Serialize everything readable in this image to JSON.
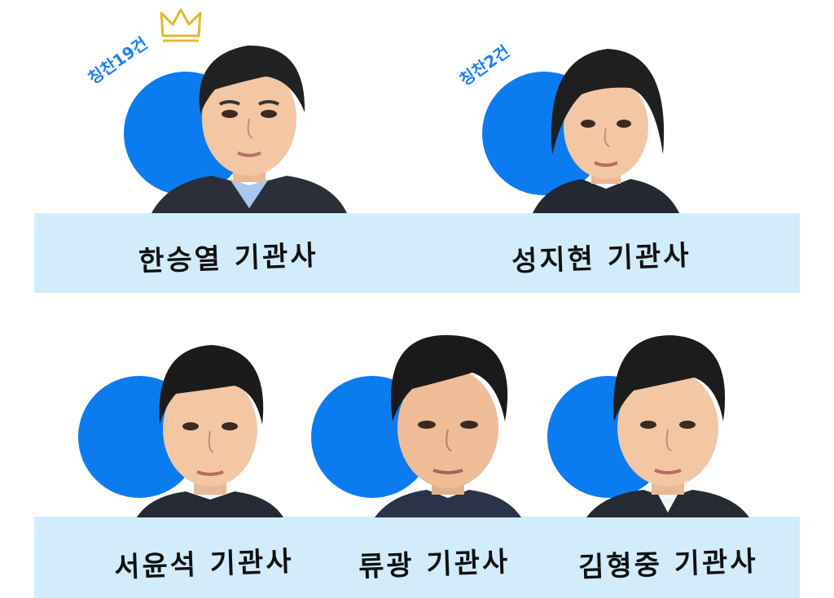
{
  "crown_icon": "crown-icon",
  "colors": {
    "accent_blue": "#0a7cf0",
    "band_blue": "#d2ecfb",
    "praise_text": "#1e7ff0"
  },
  "officers": [
    {
      "name": "한승열 기관사",
      "praise": "칭찬19건"
    },
    {
      "name": "성지현 기관사",
      "praise": "칭찬2건"
    },
    {
      "name": "서윤석 기관사"
    },
    {
      "name": "류광 기관사"
    },
    {
      "name": "김형중 기관사"
    }
  ]
}
